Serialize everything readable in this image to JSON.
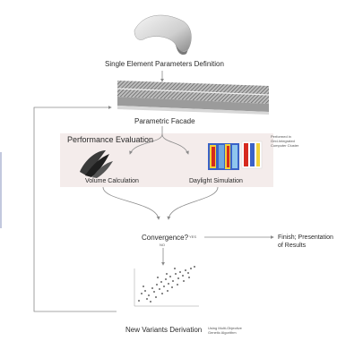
{
  "diagram": {
    "nodes": {
      "single_element": {
        "label": "Single Element Parameters Definition",
        "icon": "3d-shell-element-icon"
      },
      "parametric_facade": {
        "label": "Parametric Facade",
        "icon": "facade-mesh-icon"
      },
      "performance_evaluation": {
        "label": "Performance Evaluation"
      },
      "performed_note": {
        "line1": "Performed in",
        "line2": "Grid-Integrated",
        "line3": "Computer Cluster"
      },
      "volume_calculation": {
        "label": "Volume Calculation",
        "icon": "volume-shell-icon"
      },
      "daylight_simulation": {
        "label": "Daylight Simulation",
        "icon": "daylight-heatmap-icon"
      },
      "convergence": {
        "label": "Convergence?",
        "yes": "YES",
        "no": "NO"
      },
      "finish": {
        "line1": "Finish; Presentation",
        "line2": "of Results"
      },
      "new_variants": {
        "label": "New Variants Derivation",
        "icon": "scatter-plot-icon"
      },
      "genetic_note": {
        "line1": "Using Multi-Objective",
        "line2": "Genetic Algorithm"
      }
    },
    "colors": {
      "arrow": "#8a8a8a",
      "panel": "#f4eceb",
      "heat_red": "#d62a1e",
      "heat_blue": "#3a62c8",
      "heat_yellow": "#f2d23a"
    }
  }
}
